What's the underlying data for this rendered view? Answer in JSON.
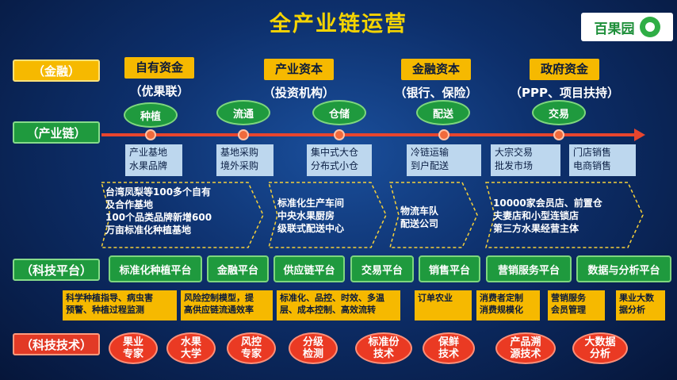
{
  "title": "全产业链运营",
  "logo": {
    "text": "百果园"
  },
  "sidebar": {
    "finance": "（金融）",
    "chain": "（产业链）",
    "tech_platform": "（科技平台）",
    "tech": "（科技技术）"
  },
  "capital": [
    {
      "label": "自有资金",
      "sub": "（优果联）"
    },
    {
      "label": "产业资本",
      "sub": "（投资机构）"
    },
    {
      "label": "金融资本",
      "sub": "（银行、保险）"
    },
    {
      "label": "政府资金",
      "sub": "（PPP、项目扶持）"
    }
  ],
  "stages": [
    "种植",
    "流通",
    "仓储",
    "配送",
    "交易"
  ],
  "chain_boxes": [
    "产业基地\n水果品牌",
    "基地采购\n境外采购",
    "集中式大仓\n分布式小仓",
    "冷链运输\n到户配送",
    "大宗交易\n批发市场",
    "门店销售\n电商销售"
  ],
  "flows": [
    "台湾凤梨等100多个自有\n及合作基地\n100个品类品牌新增600\n万亩标准化种植基地",
    "标准化生产车间\n中央水果厨房\n级联式配送中心",
    "物流车队\n配送公司",
    "10000家会员店、前置仓\n夫妻店和小型连锁店\n第三方水果经营主体"
  ],
  "platforms": [
    "标准化种植平台",
    "金融平台",
    "供应链平台",
    "交易平台",
    "销售平台",
    "营销服务平台",
    "数据与分析平台"
  ],
  "platform_desc": [
    "科学种植指导、病虫害\n预警、种植过程监测",
    "风险控制模型，提\n高供应链流通效率",
    "标准化、品控、时效、多温\n层、成本控制、高效流转",
    "订单农业",
    "消费者定制\n消费规模化",
    "营销服务\n会员管理",
    "果业大数\n据分析"
  ],
  "tech": [
    "果业\n专家",
    "水果\n大学",
    "风控\n专家",
    "分级\n检测",
    "标准份\n技术",
    "保鲜\n技术",
    "产品溯\n源技术",
    "大数据\n分析"
  ]
}
